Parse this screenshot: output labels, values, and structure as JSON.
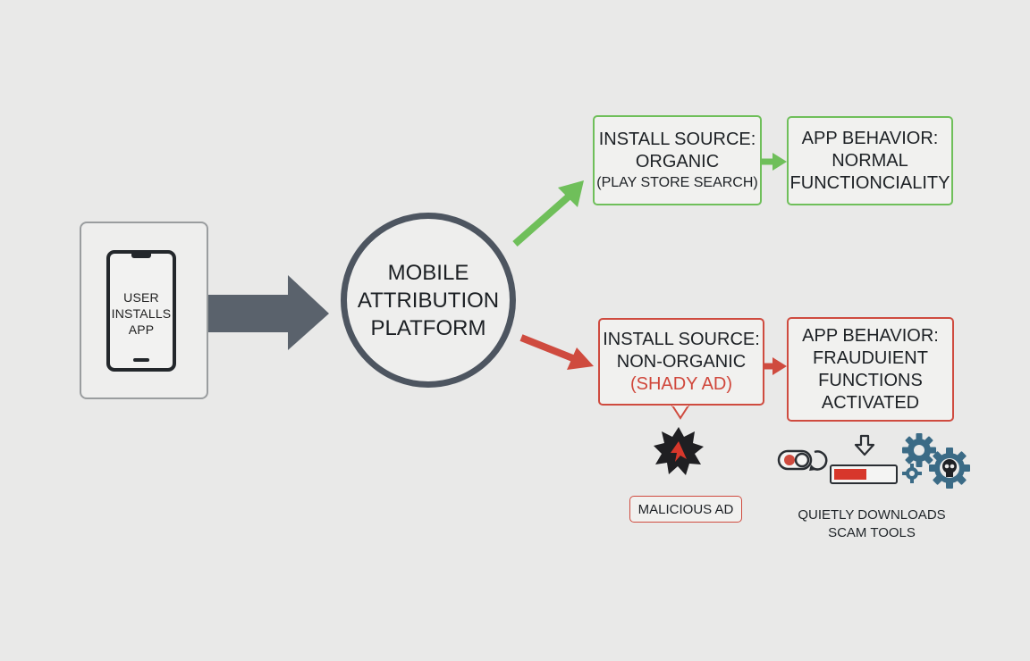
{
  "phone_card": {
    "label": "USER INSTALLS APP"
  },
  "platform": {
    "line1": "MOBILE",
    "line2": "ATTRIBUTION",
    "line3": "PLATFORM"
  },
  "organic_source": {
    "line1": "INSTALL SOURCE:",
    "line2": "ORGANIC",
    "line3": "(PLAY STORE SEARCH)"
  },
  "organic_behavior": {
    "line1": "APP BEHAVIOR:",
    "line2": "NORMAL",
    "line3": "FUNCTIONCIALITY"
  },
  "nonorganic_source": {
    "line1": "INSTALL SOURCE:",
    "line2": "NON-ORGANIC",
    "line3": "(SHADY AD)"
  },
  "fraud_behavior": {
    "line1": "APP BEHAVIOR:",
    "line2": "FRAUDUIENT",
    "line3": "FUNCTIONS",
    "line4": "ACTIVATED"
  },
  "malicious_ad": {
    "label": "MALICIOUS AD"
  },
  "downloads": {
    "line1": "QUIETLY DOWNLOADS",
    "line2": "SCAM TOOLS"
  },
  "download_progress": 0.55,
  "colors": {
    "dark": "#4d5560",
    "green": "#6fbf5a",
    "red": "#cf4b3f",
    "gear": "#3b6b86"
  },
  "icons": [
    "phone-icon",
    "malicious-splat-icon",
    "toggle-switch-icon",
    "download-arrow-icon",
    "progress-bar-icon",
    "gear-icon",
    "skull-gear-icon"
  ]
}
